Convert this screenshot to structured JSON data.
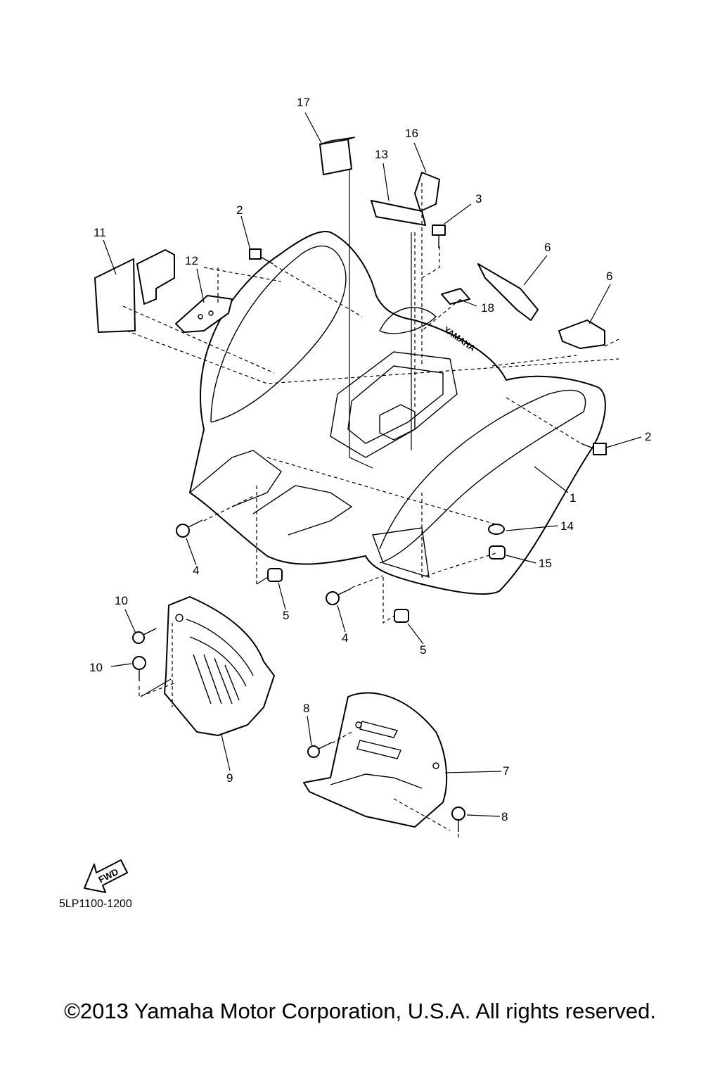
{
  "diagram": {
    "code": "5LP1100-1200",
    "copyright": "©2013 Yamaha Motor Corporation, U.S.A. All rights reserved.",
    "fwd_label": "FWD",
    "brand_mark": "YAMAHA",
    "callouts": [
      "17",
      "16",
      "13",
      "3",
      "2",
      "11",
      "12",
      "6",
      "6",
      "18",
      "2",
      "1",
      "14",
      "15",
      "4",
      "5",
      "4",
      "5",
      "10",
      "10",
      "8",
      "9",
      "7",
      "8"
    ]
  }
}
